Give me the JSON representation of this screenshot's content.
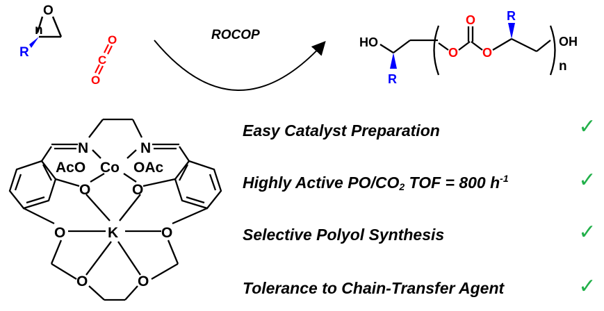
{
  "scheme": {
    "epoxide": {
      "coefficient": "n",
      "substituent": "R",
      "ring_oxygen": "O"
    },
    "carbon_dioxide": {
      "oxygen_top": "O",
      "carbon": "C",
      "oxygen_bottom": "O"
    },
    "reaction_label": "ROCOP",
    "product": {
      "left_hydroxyl": "HO",
      "left_substituent": "R",
      "ester_oxygen_left": "O",
      "carbonyl_oxygen": "O",
      "ester_oxygen_right": "O",
      "right_substituent": "R",
      "right_hydroxyl": "OH",
      "repeat_index": "n"
    }
  },
  "catalyst": {
    "imine_nitrogen_left": "N",
    "imine_nitrogen_right": "N",
    "acetate_left": "AcO",
    "cobalt": "Co",
    "acetate_right": "OAc",
    "phenoxide_oxygen_left": "O",
    "phenoxide_oxygen_right": "O",
    "ether_oxygen_left": "O",
    "potassium": "K",
    "ether_oxygen_right": "O",
    "crown_oxygen_left": "O",
    "crown_oxygen_right": "O"
  },
  "features": [
    {
      "text": "Easy Catalyst Preparation"
    },
    {
      "prefix": "Highly Active PO/CO",
      "subscript": "2",
      "middle": " TOF = 800 h",
      "superscript": "-1"
    },
    {
      "text": "Selective Polyol Synthesis"
    },
    {
      "text": "Tolerance to Chain-Transfer Agent"
    }
  ],
  "checkmark_symbol": "✓",
  "colors": {
    "substituent": "#0000ff",
    "co2": "#ff0000",
    "check": "#22b04a",
    "structure": "#000000"
  }
}
